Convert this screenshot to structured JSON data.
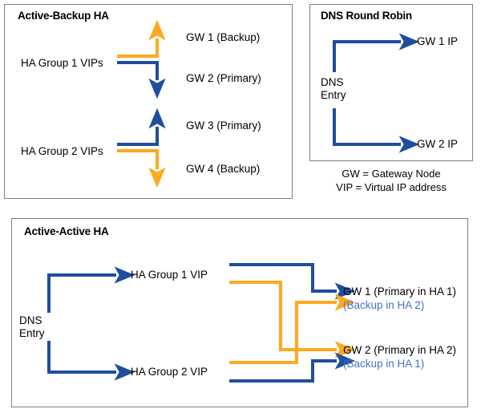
{
  "colors": {
    "blue": "#1F4E9C",
    "orange": "#FFA81F",
    "light_blue_text": "#4472C4",
    "panel_border": "#7f7f7f",
    "background": "#ffffff",
    "text": "#000000"
  },
  "panels": {
    "active_backup": {
      "title": "Active-Backup HA",
      "nodes": {
        "vip_group1": "HA Group 1 VIPs",
        "vip_group2": "HA Group 2 VIPs",
        "gw1": "GW 1 (Backup)",
        "gw2": "GW 2 (Primary)",
        "gw3": "GW 3 (Primary)",
        "gw4": "GW 4 (Backup)"
      }
    },
    "dns_round_robin": {
      "title": "DNS Round Robin",
      "nodes": {
        "dns_entry_line1": "DNS",
        "dns_entry_line2": "Entry",
        "gw1_ip": "GW 1 IP",
        "gw2_ip": "GW 2 IP"
      }
    },
    "active_active": {
      "title": "Active-Active HA",
      "nodes": {
        "dns_entry_line1": "DNS",
        "dns_entry_line2": "Entry",
        "vip_group1": "HA Group 1 VIP",
        "vip_group2": "HA Group 2 VIP",
        "gw1_main": "GW 1 (Primary in HA 1)",
        "gw1_sub": "(Backup in HA 2)",
        "gw2_main": "GW 2  (Primary in HA 2)",
        "gw2_sub": "(Backup in HA 1)"
      }
    }
  },
  "legend": {
    "line1": "GW = Gateway Node",
    "line2": "VIP = Virtual IP address"
  }
}
